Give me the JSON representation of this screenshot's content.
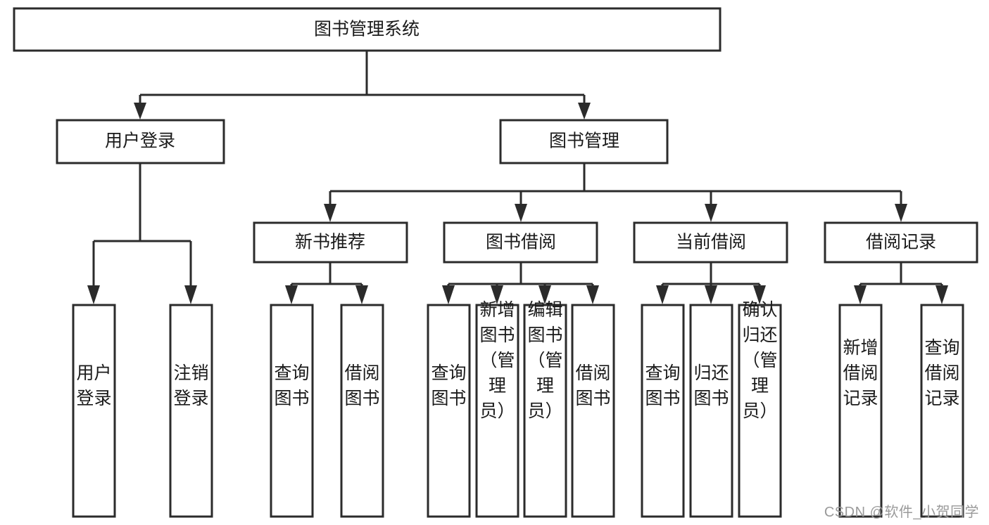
{
  "diagram": {
    "type": "tree-hierarchy",
    "title": "图书管理系统",
    "watermark": "CSDN @软件_小贺同学",
    "colors": {
      "box_stroke": "#2b2b2b",
      "box_fill": "#ffffff",
      "text": "#1a1a1a",
      "connector": "#2b2b2b",
      "watermark": "#9a9a9a",
      "background": "#ffffff"
    },
    "levels": {
      "level1": [
        {
          "id": "root",
          "label": "图书管理系统"
        }
      ],
      "level2": [
        {
          "id": "user-login",
          "label": "用户登录",
          "parent": "root"
        },
        {
          "id": "book-manage",
          "label": "图书管理",
          "parent": "root"
        }
      ],
      "level3": [
        {
          "id": "new-book-recommend",
          "label": "新书推荐",
          "parent": "book-manage"
        },
        {
          "id": "book-borrow",
          "label": "图书借阅",
          "parent": "book-manage"
        },
        {
          "id": "current-borrow",
          "label": "当前借阅",
          "parent": "book-manage"
        },
        {
          "id": "borrow-record",
          "label": "借阅记录",
          "parent": "book-manage"
        }
      ],
      "leaves": [
        {
          "id": "leaf-user-login",
          "label": "用户登录",
          "parent": "user-login"
        },
        {
          "id": "leaf-user-logout",
          "label": "注销登录",
          "parent": "user-login"
        },
        {
          "id": "leaf-query-book-1",
          "label": "查询图书",
          "parent": "new-book-recommend"
        },
        {
          "id": "leaf-borrow-book-1",
          "label": "借阅图书",
          "parent": "new-book-recommend"
        },
        {
          "id": "leaf-query-book-2",
          "label": "查询图书",
          "parent": "book-borrow"
        },
        {
          "id": "leaf-add-book",
          "label": "新增图书（管理员）",
          "parent": "book-borrow"
        },
        {
          "id": "leaf-edit-book",
          "label": "编辑图书（管理员）",
          "parent": "book-borrow"
        },
        {
          "id": "leaf-borrow-book-2",
          "label": "借阅图书",
          "parent": "book-borrow"
        },
        {
          "id": "leaf-query-book-3",
          "label": "查询图书",
          "parent": "current-borrow"
        },
        {
          "id": "leaf-return-book",
          "label": "归还图书",
          "parent": "current-borrow"
        },
        {
          "id": "leaf-confirm-return",
          "label": "确认归还（管理员）",
          "parent": "current-borrow"
        },
        {
          "id": "leaf-add-record",
          "label": "新增借阅记录",
          "parent": "borrow-record"
        },
        {
          "id": "leaf-query-record",
          "label": "查询借阅记录",
          "parent": "borrow-record"
        }
      ]
    }
  }
}
